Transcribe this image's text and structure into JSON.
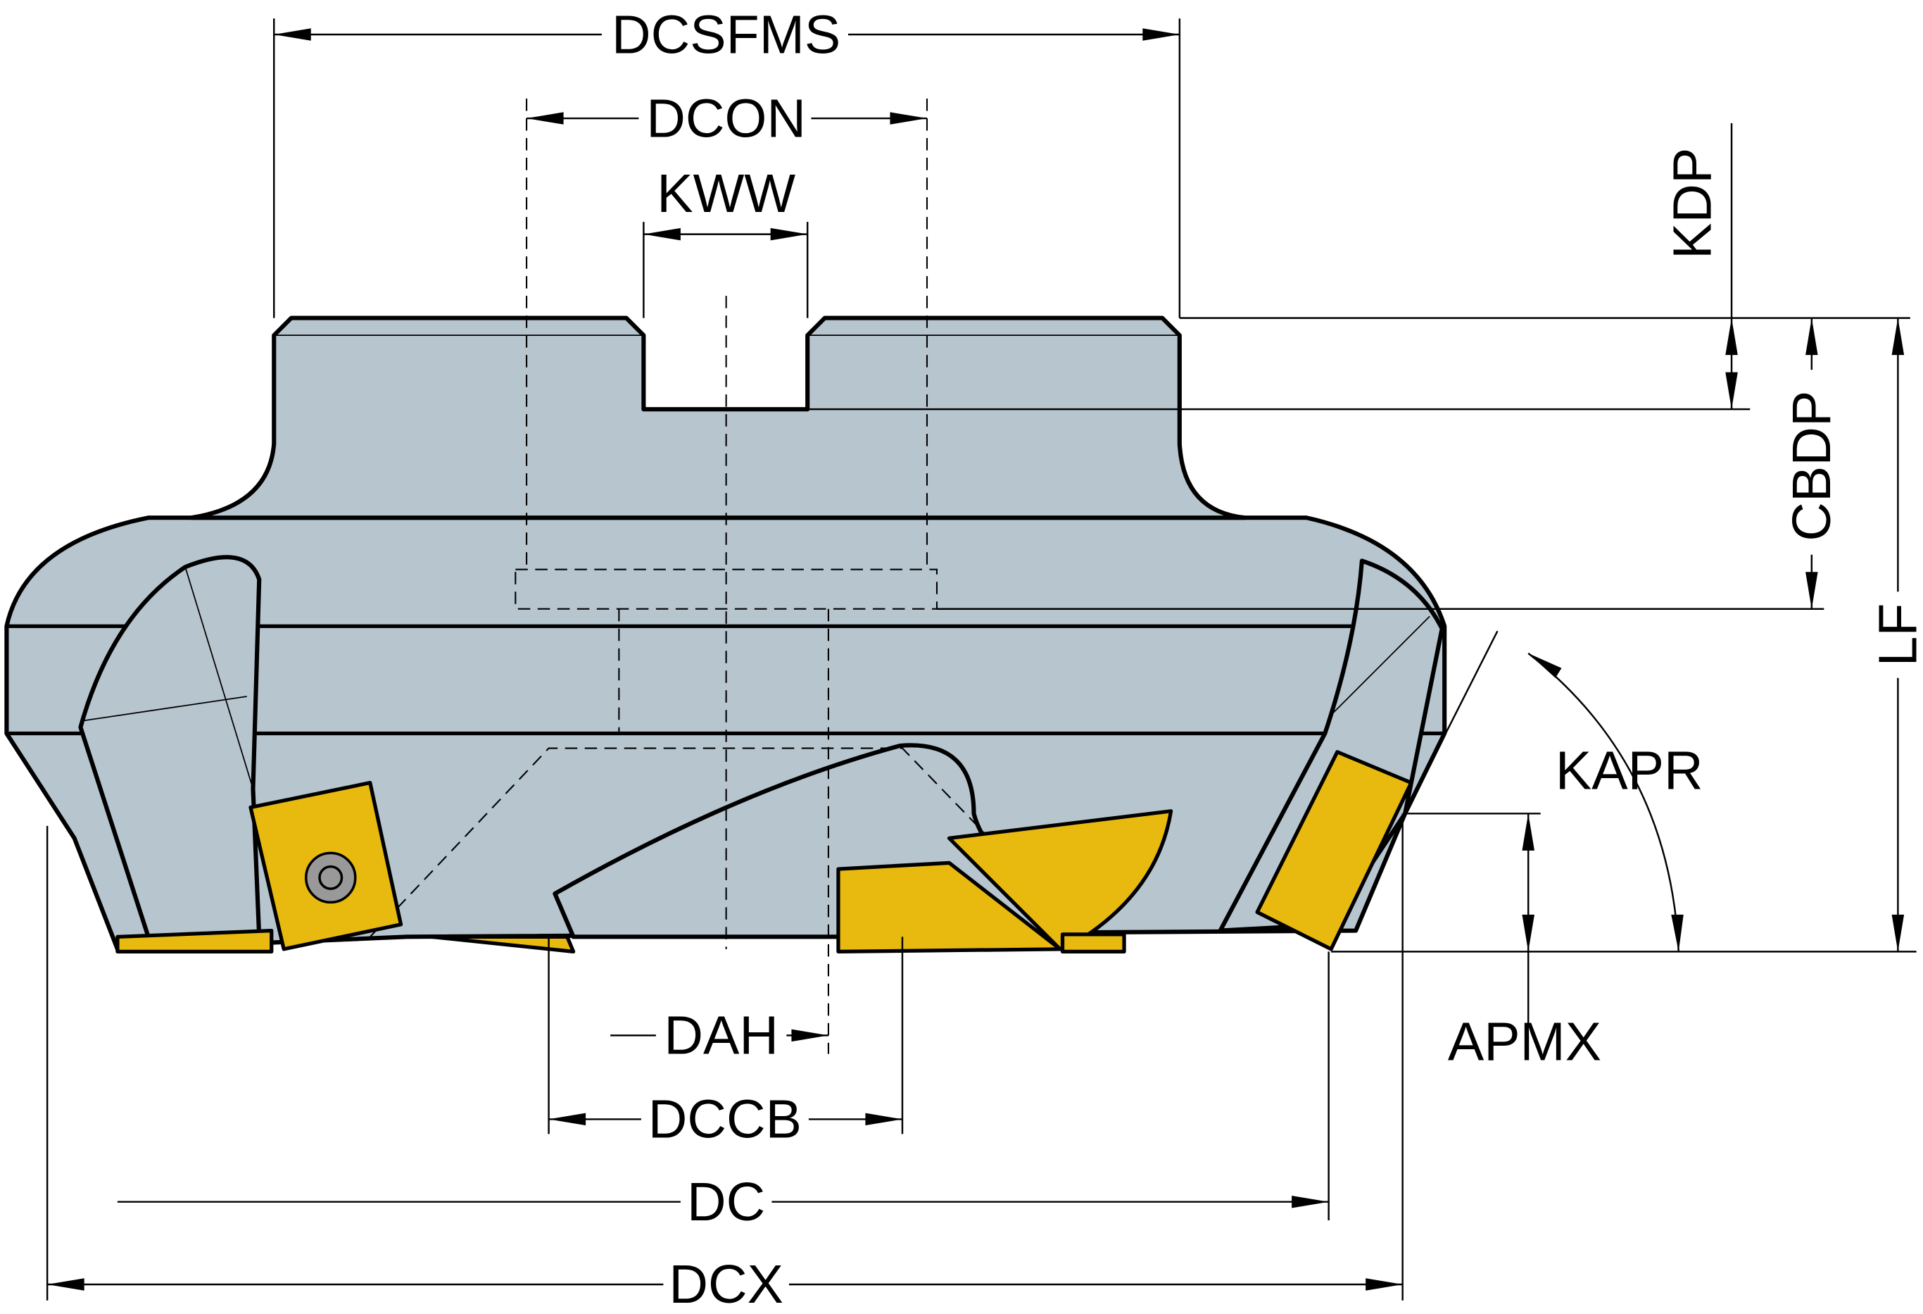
{
  "title": "Milling cutter dimension drawing",
  "labels": {
    "dcsfms": "DCSFMS",
    "dcon": "DCON",
    "kww": "KWW",
    "kdp": "KDP",
    "cbdp": "CBDP",
    "lf": "LF",
    "kapr": "KAPR",
    "apmx": "APMX",
    "dah": "DAH",
    "dccb": "DCCB",
    "dc": "DC",
    "dcx": "DCX"
  },
  "colors": {
    "body": "#b7c5cf",
    "insert": "#e8b90f"
  }
}
